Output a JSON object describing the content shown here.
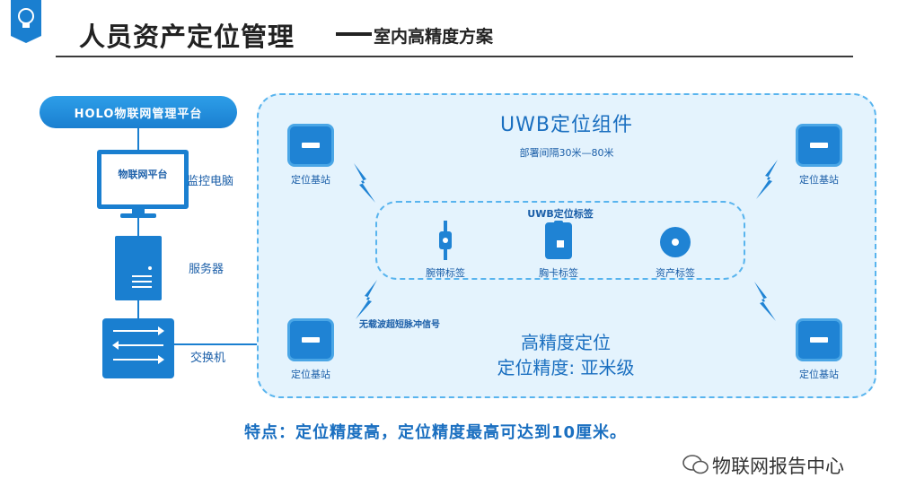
{
  "header": {
    "title": "人员资产定位管理",
    "subtitle": "室内高精度方案"
  },
  "left": {
    "platform": "HOLO物联网管理平台",
    "monitor_screen_text": "物联网平台",
    "monitor_label": "监控电脑",
    "server_label": "服务器",
    "switch_label": "交换机"
  },
  "uwb": {
    "title": "UWB定位组件",
    "subtitle": "部署间隔30米—80米",
    "tags_title": "UWB定位标签",
    "tags": [
      {
        "label": "腕带标签",
        "icon": "wristband-icon"
      },
      {
        "label": "胸卡标签",
        "icon": "badge-card-icon"
      },
      {
        "label": "资产标签",
        "icon": "asset-disc-icon"
      }
    ],
    "station_label": "定位基站",
    "signal_label": "无载波超短脉冲信号",
    "precision_line1": "高精度定位",
    "precision_line2": "定位精度: 亚米级"
  },
  "feature_text": "特点：定位精度高，定位精度最高可达到10厘米。",
  "watermark": "物联网报告中心",
  "colors": {
    "accent": "#1a7fd0",
    "panel_bg": "#e4f3fd",
    "text_blue": "#1a6fc0"
  }
}
